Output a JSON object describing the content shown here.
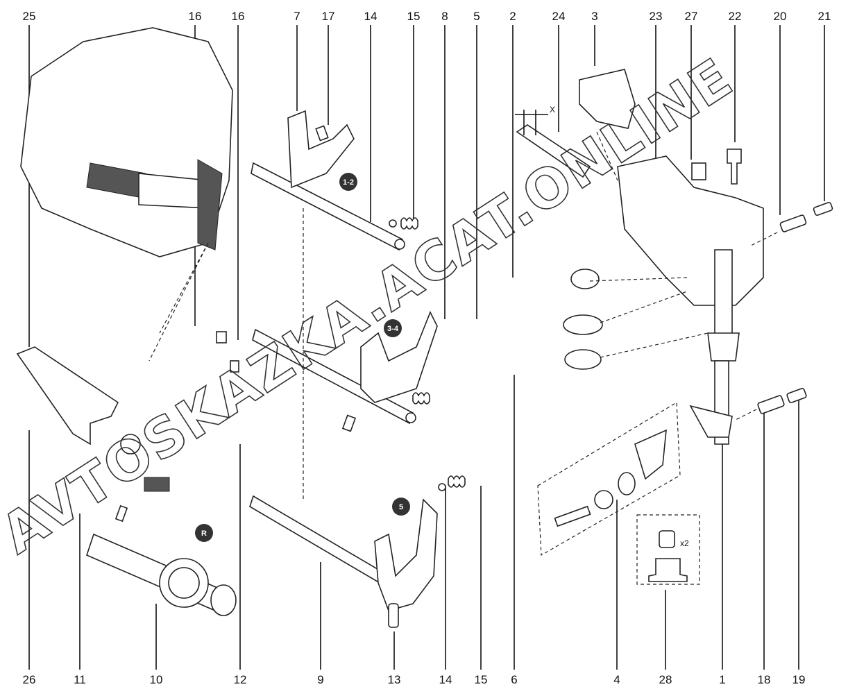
{
  "diagram": {
    "callouts_top": [
      "25",
      "16",
      "16",
      "7",
      "17",
      "14",
      "15",
      "8",
      "5",
      "2",
      "24",
      "3",
      "23",
      "27",
      "22",
      "20",
      "21"
    ],
    "callouts_bottom": [
      "26",
      "11",
      "10",
      "12",
      "9",
      "13",
      "14",
      "15",
      "6",
      "4",
      "28",
      "1",
      "18",
      "19"
    ],
    "gear_badges": [
      "1-2",
      "3-4",
      "5",
      "R"
    ],
    "dimension_label": "X",
    "quantity_label": "x2",
    "watermark": "AVTOSKAZKA.ACAT.ONLINE"
  }
}
